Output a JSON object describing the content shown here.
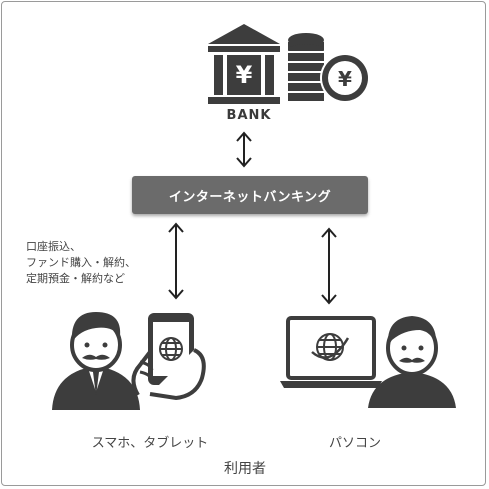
{
  "bank": {
    "label": "BANK",
    "currency_symbol": "¥"
  },
  "internet_banking": {
    "label": "インターネットバンキング"
  },
  "services_note": {
    "lines": [
      "口座振込、",
      "ファンド購入・解約、",
      "定期預金・解約など"
    ]
  },
  "devices": {
    "smartphone": {
      "caption": "スマホ、タブレット"
    },
    "pc": {
      "caption": "パソコン"
    }
  },
  "users": {
    "label": "利用者"
  },
  "colors": {
    "icon": "#3d3d3d",
    "box": "#6b6b6b",
    "border": "#9a9a9a"
  }
}
